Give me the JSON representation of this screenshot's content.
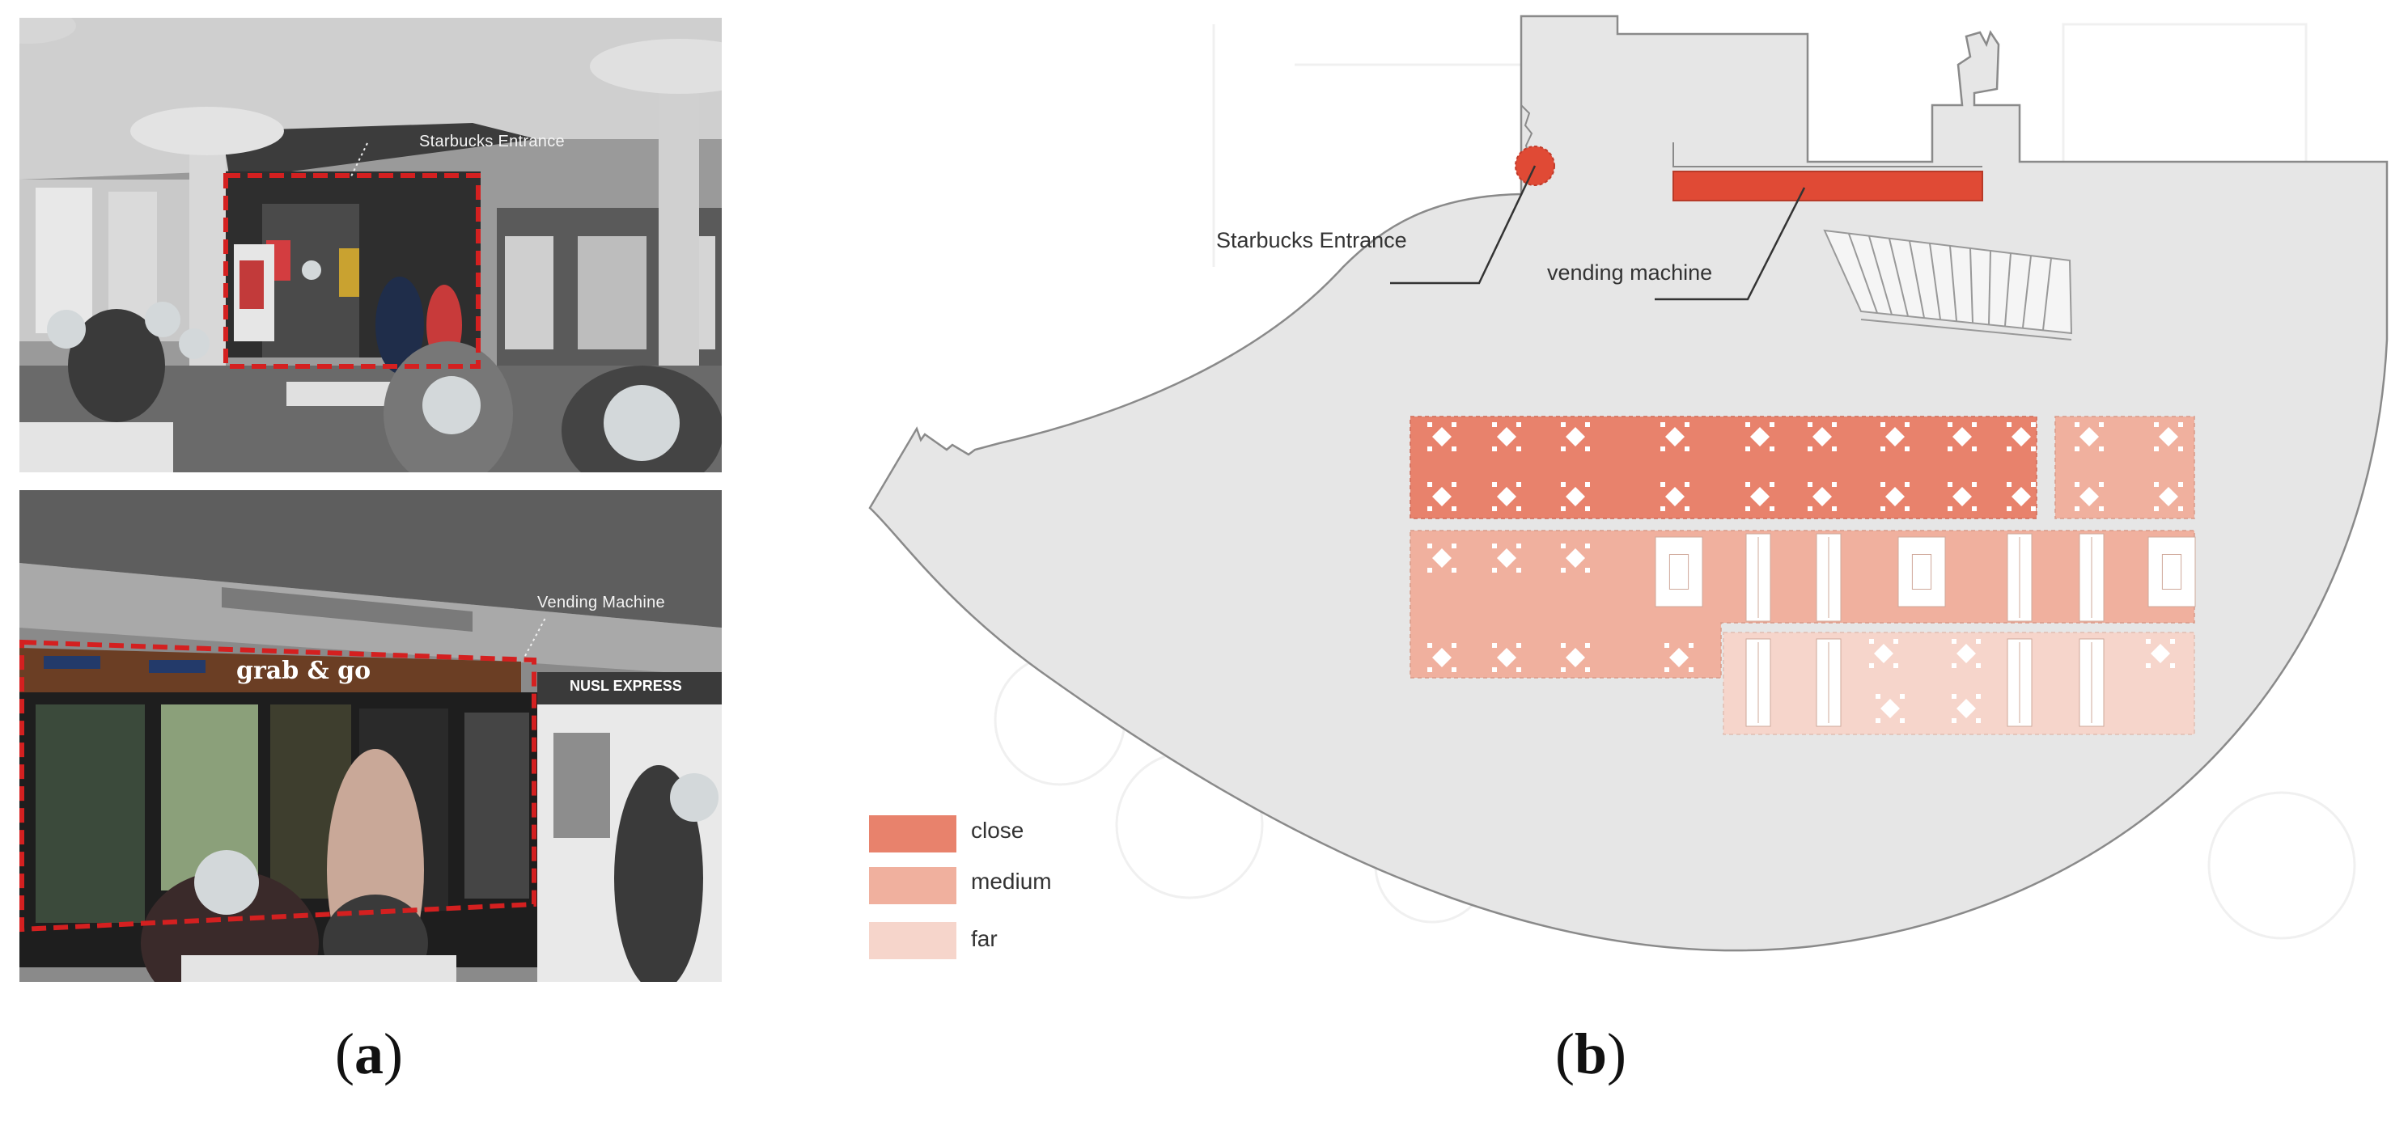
{
  "panel_a": {
    "label_open": "(",
    "label_letter": "a",
    "label_close": ")",
    "top_photo": {
      "annotation": "Starbucks Entrance"
    },
    "bottom_photo": {
      "annotation": "Vending Machine",
      "sign_main": "grab & go",
      "sign_right": "NUSL EXPRESS"
    }
  },
  "panel_b": {
    "label_open": "(",
    "label_letter": "b",
    "label_close": ")",
    "plan_labels": {
      "starbucks": "Starbucks Entrance",
      "vending": "vending machine"
    },
    "legend": [
      {
        "label": "close",
        "color": "#e8826c"
      },
      {
        "label": "medium",
        "color": "#f0b09e"
      },
      {
        "label": "far",
        "color": "#f6d5cb"
      }
    ],
    "colors": {
      "floor": "#e6e6e6",
      "outline": "#8a8a8a",
      "highlight": "#e04a35",
      "dashed_frame": "#d42020"
    }
  }
}
